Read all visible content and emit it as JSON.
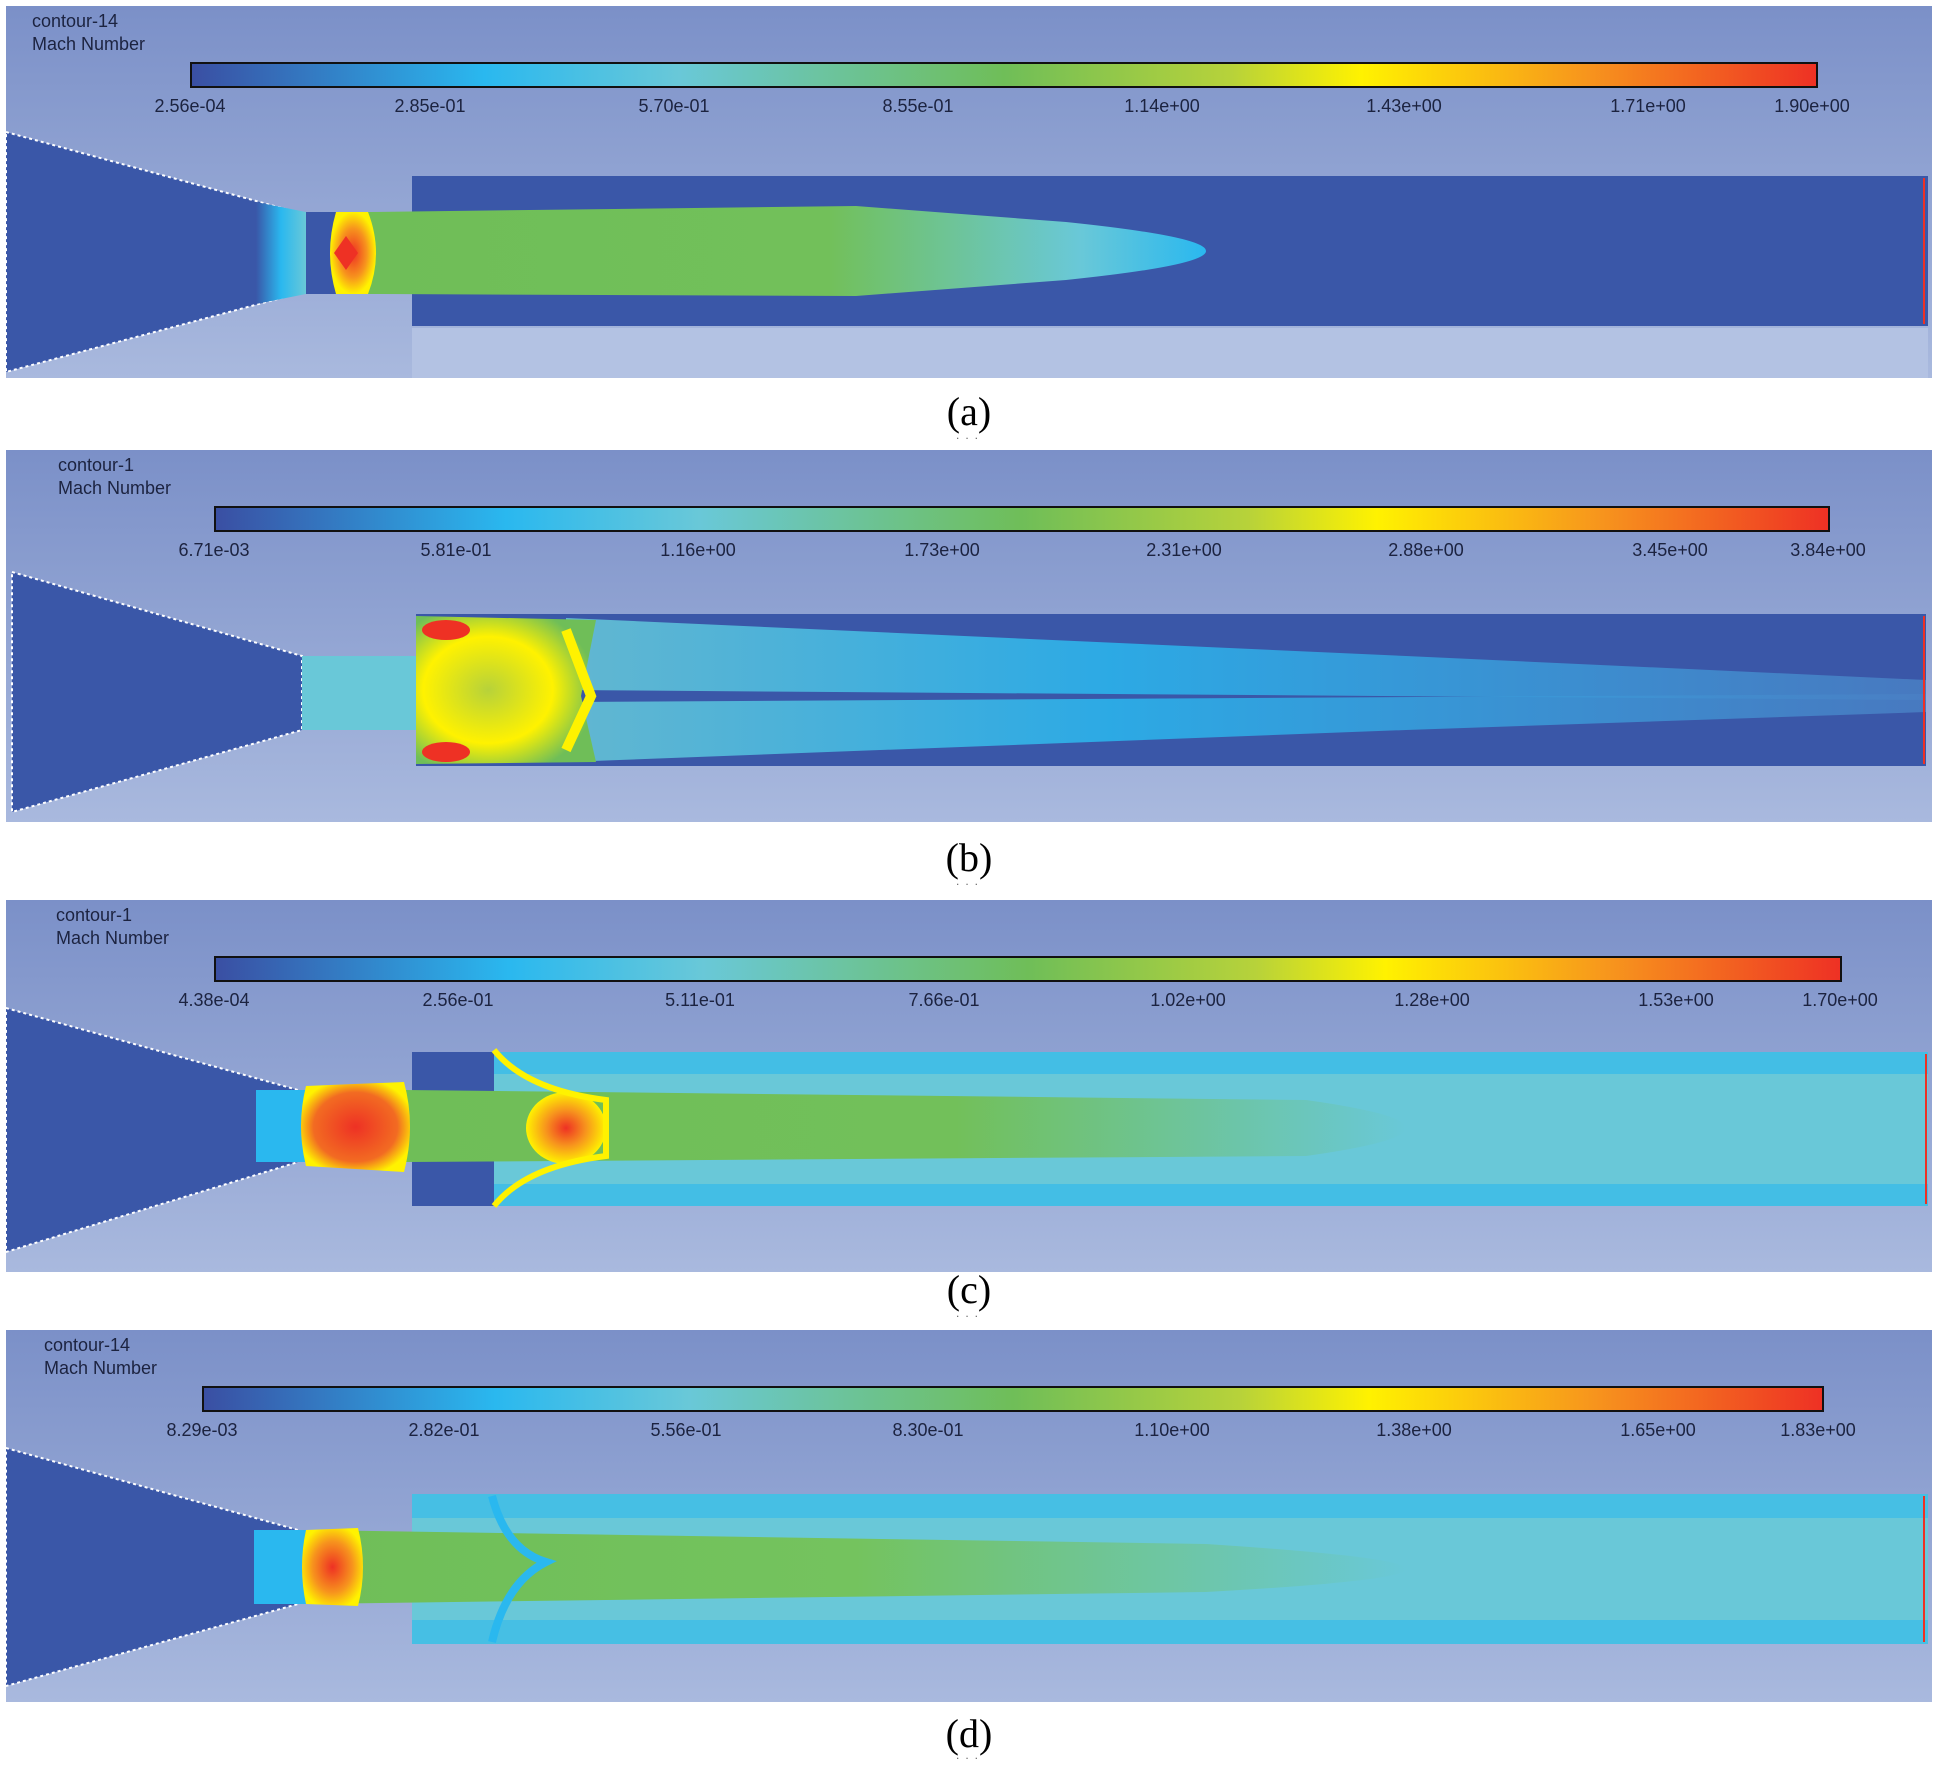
{
  "panels": [
    {
      "id": "a",
      "contour_name": "contour-14",
      "quantity": "Mach Number",
      "colorbar_ticks": [
        "2.56e-04",
        "2.85e-01",
        "5.70e-01",
        "8.55e-01",
        "1.14e+00",
        "1.43e+00",
        "1.71e+00",
        "1.90e+00"
      ],
      "caption": "(a)"
    },
    {
      "id": "b",
      "contour_name": "contour-1",
      "quantity": "Mach Number",
      "colorbar_ticks": [
        "6.71e-03",
        "5.81e-01",
        "1.16e+00",
        "1.73e+00",
        "2.31e+00",
        "2.88e+00",
        "3.45e+00",
        "3.84e+00"
      ],
      "caption": "(b)"
    },
    {
      "id": "c",
      "contour_name": "contour-1",
      "quantity": "Mach Number",
      "colorbar_ticks": [
        "4.38e-04",
        "2.56e-01",
        "5.11e-01",
        "7.66e-01",
        "1.02e+00",
        "1.28e+00",
        "1.53e+00",
        "1.70e+00"
      ],
      "caption": "(c)"
    },
    {
      "id": "d",
      "contour_name": "contour-14",
      "quantity": "Mach Number",
      "colorbar_ticks": [
        "8.29e-03",
        "2.82e-01",
        "5.56e-01",
        "8.30e-01",
        "1.10e+00",
        "1.38e+00",
        "1.65e+00",
        "1.83e+00"
      ],
      "caption": "(d)"
    }
  ],
  "colors": {
    "bg_top": "#7b90c8",
    "bg_bottom": "#a9b9de",
    "low_mach": "#3a57a8",
    "cyan": "#2ab8ef",
    "green": "#6fbe58",
    "yellow": "#fff200",
    "red": "#ee3124"
  }
}
